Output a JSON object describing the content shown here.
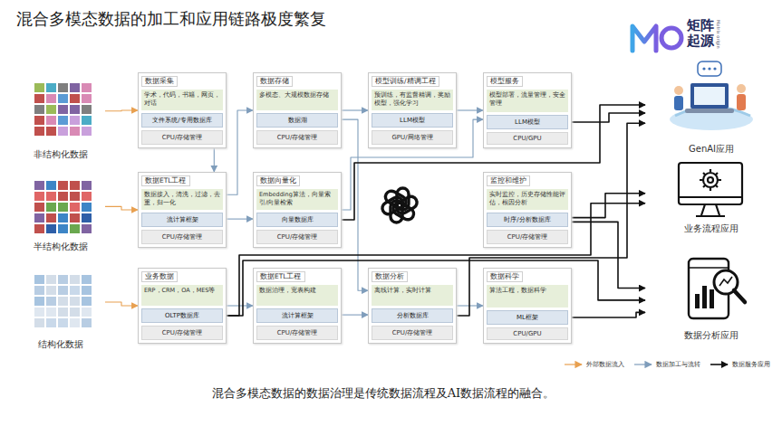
{
  "diagram": {
    "title": "混合多模态数据的加工和应用链路极度繁复",
    "caption": "混合多模态数据的数据治理是传统数据流程及AI数据流程的融合。",
    "nodes": [
      {
        "text": [
          "非结构化数据"
        ]
      },
      {
        "text": [
          "半结构化数据"
        ]
      },
      {
        "text": [
          "结构化数据"
        ]
      },
      {
        "text": [
          "数据采集",
          "学术，代码，书籍，网页，对话"
        ]
      },
      {
        "text": [
          "文件系统/专用数据库"
        ],
        "in": 3
      },
      {
        "text": [
          "CPU/存储管理"
        ],
        "in": 3
      },
      {
        "text": [
          "数据存储",
          "多模态、大规模数据存储"
        ]
      },
      {
        "text": [
          "数据湖"
        ],
        "in": 6
      },
      {
        "text": [
          "CPU/存储管理"
        ],
        "in": 6
      },
      {
        "text": [
          "模型训练/精调工程",
          "预训练，有监督精调，奖励模型，强化学习"
        ]
      },
      {
        "text": [
          "LLM模型"
        ],
        "in": 9
      },
      {
        "text": [
          "GPU/网络管理"
        ],
        "in": 9
      },
      {
        "text": [
          "模型服务",
          "模型部署，流量管理，安全管理"
        ]
      },
      {
        "text": [
          "LLM模型"
        ],
        "in": 12
      },
      {
        "text": [
          "CPU/GPU"
        ],
        "in": 12
      },
      {
        "text": [
          "数据ETL工程",
          "数据接入，清洗，过滤，去重，归一化"
        ]
      },
      {
        "text": [
          "流计算框架"
        ],
        "in": 15
      },
      {
        "text": [
          "CPU/存储管理"
        ],
        "in": 15
      },
      {
        "text": [
          "数据向量化",
          "Embedding算法，向量索引/向量检索"
        ]
      },
      {
        "text": [
          "向量数据库"
        ],
        "in": 18
      },
      {
        "text": [
          "CPU/存储管理"
        ],
        "in": 18
      },
      {
        "text": [
          "监控和维护",
          "实时监控，历史存储性能评估，根因分析"
        ]
      },
      {
        "text": [
          "时序/分析数据库"
        ],
        "in": 21
      },
      {
        "text": [
          "CPU/存储管理"
        ],
        "in": 21
      },
      {
        "text": [
          "业务数据",
          "ERP，CRM，OA，MES等"
        ]
      },
      {
        "text": [
          "OLTP数据库"
        ],
        "in": 24
      },
      {
        "text": [
          "CPU/存储管理"
        ],
        "in": 24
      },
      {
        "text": [
          "数据ETL工程",
          "数据治理，宽表构建"
        ]
      },
      {
        "text": [
          "流计算框架"
        ],
        "in": 27
      },
      {
        "text": [
          "CPU/存储管理"
        ],
        "in": 27
      },
      {
        "text": [
          "数据分析",
          "离线计算，实时计算"
        ]
      },
      {
        "text": [
          "分析数据库"
        ],
        "in": 30
      },
      {
        "text": [
          "CPU/存储管理"
        ],
        "in": 30
      },
      {
        "text": [
          "数据科学",
          "算法工程，数据科学"
        ]
      },
      {
        "text": [
          "ML框架"
        ],
        "in": 33
      },
      {
        "text": [
          "CPU/GPU"
        ],
        "in": 33
      },
      {
        "text": [
          "GenAI应用"
        ]
      },
      {
        "text": [
          "业务流程应用"
        ]
      },
      {
        "text": [
          "数据分析应用"
        ]
      }
    ],
    "edges": [
      {
        "from": 0,
        "to": 3,
        "arrow": "to"
      },
      {
        "from": 1,
        "to": 15,
        "arrow": "to"
      },
      {
        "from": 2,
        "to": 24,
        "arrow": "to"
      },
      {
        "from": 3,
        "to": 15,
        "arrow": "to"
      },
      {
        "from": 15,
        "to": 6,
        "arrow": "to"
      },
      {
        "from": 6,
        "to": 9,
        "arrow": "to"
      },
      {
        "from": 9,
        "to": 12,
        "arrow": "to"
      },
      {
        "from": 15,
        "to": 18,
        "arrow": "to"
      },
      {
        "from": 18,
        "to": 12,
        "arrow": "to"
      },
      {
        "from": 6,
        "to": 30,
        "arrow": "to"
      },
      {
        "from": 24,
        "to": 27,
        "arrow": "to"
      },
      {
        "from": 27,
        "to": 30,
        "arrow": "to"
      },
      {
        "from": 30,
        "to": 33,
        "arrow": "to"
      },
      {
        "from": 19,
        "to": 36,
        "arrow": "to"
      },
      {
        "from": 13,
        "to": 36,
        "arrow": "to"
      },
      {
        "from": 22,
        "to": 37,
        "arrow": "to"
      },
      {
        "from": 22,
        "to": 38,
        "arrow": "to"
      },
      {
        "from": 25,
        "to": 37,
        "arrow": "to"
      },
      {
        "from": 25,
        "to": 38,
        "arrow": "to"
      },
      {
        "from": 31,
        "to": 36,
        "arrow": "to"
      },
      {
        "from": 34,
        "to": 38,
        "arrow": "to"
      }
    ],
    "labels": [
      "矩阵起源",
      "Matrix origin"
    ],
    "legend": [
      {
        "text": "外部数据流入"
      },
      {
        "text": "数据加工与流转"
      },
      {
        "text": "数据服务应用"
      }
    ]
  }
}
